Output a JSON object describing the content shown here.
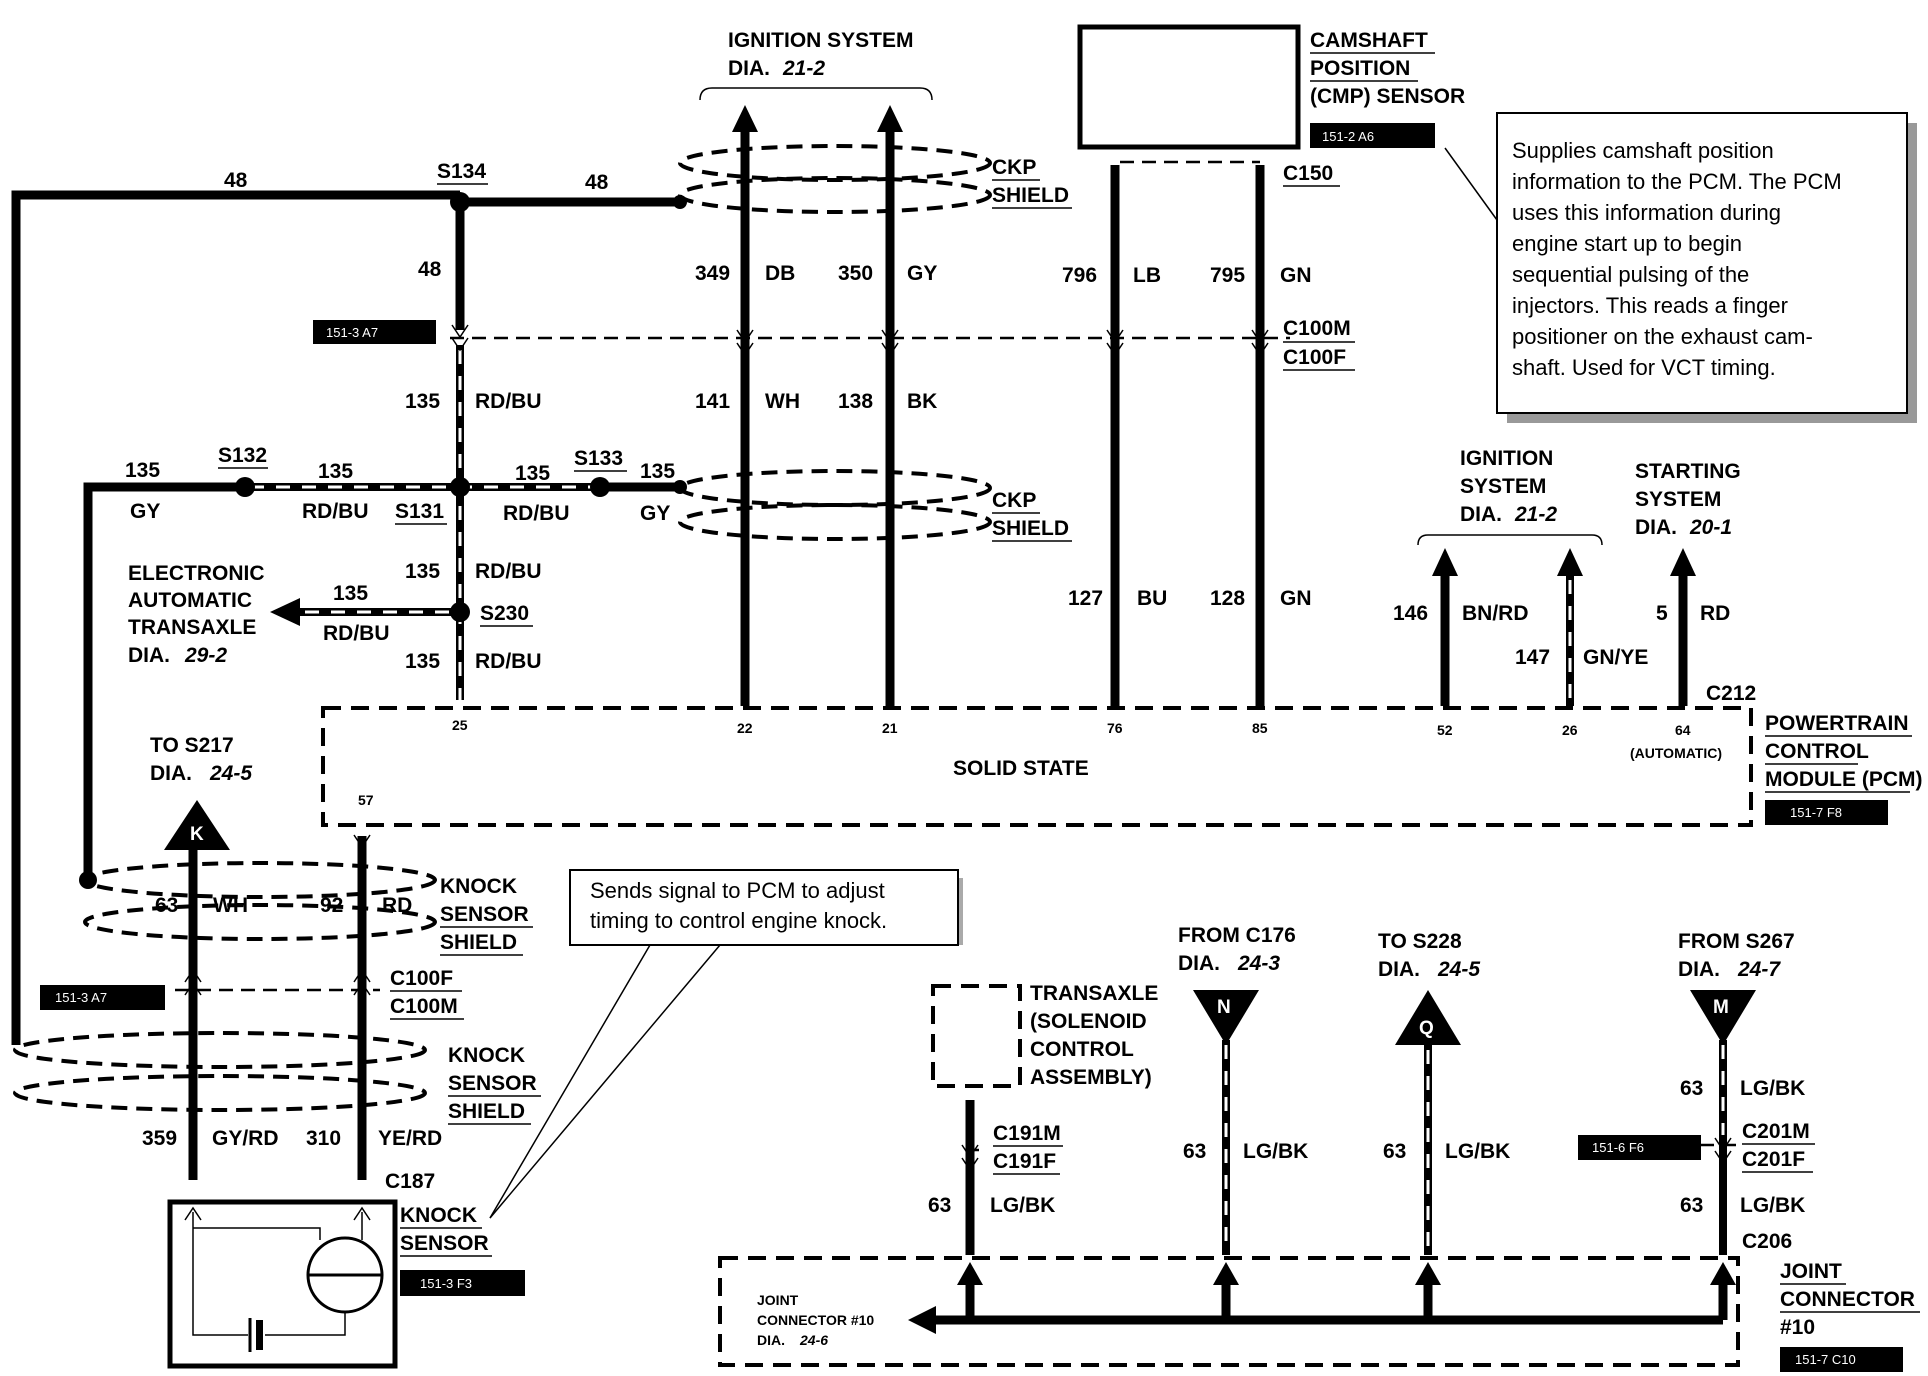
{
  "ignition_top": {
    "title": "IGNITION SYSTEM",
    "dia": "DIA.",
    "ref": "21-2"
  },
  "camshaft": {
    "l1": "CAMSHAFT",
    "l2": "POSITION",
    "l3": "(CMP) SENSOR",
    "loc": "151-2 A6"
  },
  "callout_cmp": {
    "lines": [
      "Supplies camshaft position",
      "information to the PCM. The PCM",
      "uses this information during",
      "engine start up to begin",
      "sequential pulsing of the",
      "injectors.  This reads a finger",
      "positioner on the exhaust cam-",
      "shaft. Used for VCT timing."
    ]
  },
  "ckp_shield_top": {
    "l1": "CKP",
    "l2": "SHIELD"
  },
  "ckp_shield_mid": {
    "l1": "CKP",
    "l2": "SHIELD"
  },
  "splices": {
    "s134": "S134",
    "s132": "S132",
    "s133": "S133",
    "s131": "S131",
    "s230": "S230"
  },
  "connectors": {
    "c150": "C150",
    "c100m": "C100M",
    "c100f": "C100F",
    "c212": "C212",
    "c100f_b": "C100F",
    "c100m_b": "C100M",
    "c187": "C187",
    "c191m": "C191M",
    "c191f": "C191F",
    "c201m": "C201M",
    "c201f": "C201F",
    "c206": "C206"
  },
  "loc_labels": {
    "a7_top": "151-3 A7",
    "a7_left": "151-3 A7",
    "f8": "151-7 F8",
    "f3": "151-3 F3",
    "f6": "151-6 F6",
    "c10": "151-7 C10"
  },
  "wires": {
    "w48a": "48",
    "w48b": "48",
    "w48c": "48",
    "w349": "349",
    "db": "DB",
    "w350": "350",
    "gy1": "GY",
    "w796": "796",
    "lb": "LB",
    "w795": "795",
    "gn1": "GN",
    "w135a": "135",
    "rdbu_a": "RD/BU",
    "w141": "141",
    "wh1": "WH",
    "w138": "138",
    "bk1": "BK",
    "w135_gy": "135",
    "gy2": "GY",
    "w135_b": "135",
    "rdbu_b": "RD/BU",
    "w135_c": "135",
    "rdbu_c": "RD/BU",
    "w135_d": "135",
    "gy3": "GY",
    "w135_e": "135",
    "rdbu_e": "RD/BU",
    "w135_f": "135",
    "rdbu_f": "RD/BU",
    "w135_g": "135",
    "rdbu_g": "RD/BU",
    "w127": "127",
    "bu": "BU",
    "w128": "128",
    "gn2": "GN",
    "w146": "146",
    "bnrd": "BN/RD",
    "w147": "147",
    "gnye": "GN/YE",
    "w5": "5",
    "rd1": "RD",
    "w63a": "63",
    "wh2": "WH",
    "w92": "92",
    "rd2": "RD",
    "w359": "359",
    "gyrd": "GY/RD",
    "w310": "310",
    "yerd": "YE/RD",
    "w63_t": "63",
    "lgbk_t": "LG/BK",
    "w63_n": "63",
    "lgbk_n": "LG/BK",
    "w63_q": "63",
    "lgbk_q": "LG/BK",
    "w63_m1": "63",
    "lgbk_m1": "LG/BK",
    "w63_m2": "63",
    "lgbk_m2": "LG/BK"
  },
  "eat": {
    "l1": "ELECTRONIC",
    "l2": "AUTOMATIC",
    "l3": "TRANSAXLE",
    "dia": "DIA.",
    "ref": "29-2"
  },
  "ignition_right": {
    "l1": "IGNITION",
    "l2": "SYSTEM",
    "dia": "DIA.",
    "ref": "21-2"
  },
  "starting": {
    "l1": "STARTING",
    "l2": "SYSTEM",
    "dia": "DIA.",
    "ref": "20-1"
  },
  "pcm": {
    "l1": "POWERTRAIN",
    "l2": "CONTROL",
    "l3": "MODULE (PCM)",
    "solid_state": "SOLID STATE",
    "automatic": "(AUTOMATIC)",
    "pins": {
      "p25": "25",
      "p22": "22",
      "p21": "21",
      "p76": "76",
      "p85": "85",
      "p52": "52",
      "p26": "26",
      "p64": "64",
      "p57": "57"
    }
  },
  "to_s217": {
    "l1": "TO S217",
    "dia": "DIA.",
    "ref": "24-5",
    "letter": "K"
  },
  "knock_shield_1": {
    "l1": "KNOCK",
    "l2": "SENSOR",
    "l3": "SHIELD"
  },
  "knock_shield_2": {
    "l1": "KNOCK",
    "l2": "SENSOR",
    "l3": "SHIELD"
  },
  "knock_sensor": {
    "l1": "KNOCK",
    "l2": "SENSOR"
  },
  "callout_knock": {
    "lines": [
      "Sends signal to PCM to adjust",
      "timing to control engine knock."
    ]
  },
  "transaxle": {
    "l1": "TRANSAXLE",
    "l2": "(SOLENOID",
    "l3": "CONTROL",
    "l4": "ASSEMBLY)"
  },
  "from_c176": {
    "l1": "FROM C176",
    "dia": "DIA.",
    "ref": "24-3",
    "letter": "N"
  },
  "to_s228": {
    "l1": "TO S228",
    "dia": "DIA.",
    "ref": "24-5",
    "letter": "Q"
  },
  "from_s267": {
    "l1": "FROM S267",
    "dia": "DIA.",
    "ref": "24-7",
    "letter": "M"
  },
  "joint": {
    "l1": "JOINT",
    "l2": "CONNECTOR",
    "l3": "#10",
    "inner1": "JOINT",
    "inner2": "CONNECTOR #10",
    "inner_dia": "DIA.",
    "inner_ref": "24-6"
  }
}
